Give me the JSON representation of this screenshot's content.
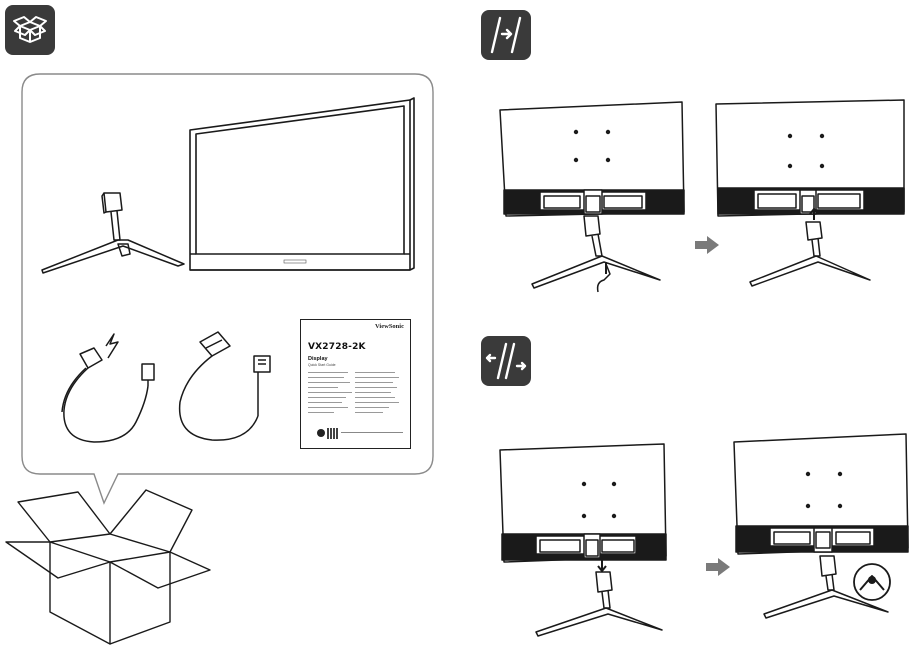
{
  "sections": {
    "package_contents": {
      "icon": "box-icon",
      "quick_start_guide": {
        "brand": "ViewSonic",
        "model": "VX2728-2K",
        "title": "Display",
        "subtitle": "Quick Start Guide"
      },
      "items": [
        "monitor-panel",
        "stand",
        "power-cable",
        "hdmi-cable",
        "quick-start-guide"
      ]
    },
    "install_stand": {
      "icon": "attach-arrow-icon",
      "arrow_color": "#7a7a7a"
    },
    "remove_stand": {
      "icon": "detach-arrows-icon",
      "arrow_color": "#7a7a7a"
    }
  },
  "colors": {
    "badge": "#3a3a3a",
    "line": "#1a1a1a",
    "panel_border": "#777777",
    "step_arrow": "#7a7a7a"
  }
}
